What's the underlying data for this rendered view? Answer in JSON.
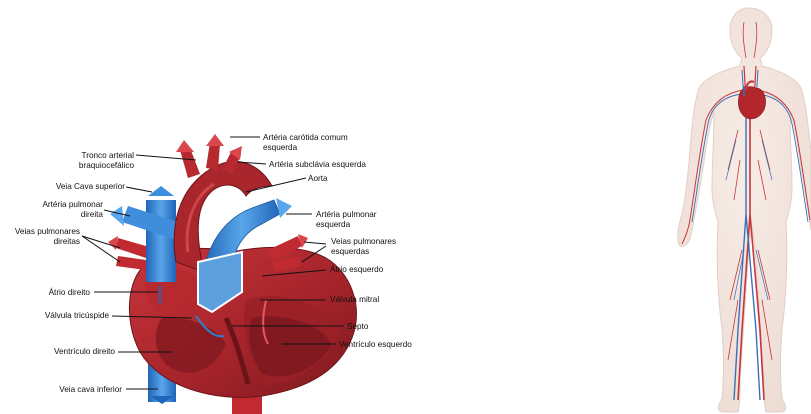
{
  "labels": {
    "tronco_l1": "Tronco arterial",
    "tronco_l2": "braquiocefálico",
    "carotida_l1": "Artéria carótida comum",
    "carotida_l2": "esquerda",
    "subclavia": "Artéria subclávia esquerda",
    "aorta": "Aorta",
    "cava_superior": "Veia Cava superior",
    "pulm_dir_l1": "Artéria pulmonar",
    "pulm_dir_l2": "direita",
    "veias_dir_l1": "Veias pulmonares",
    "veias_dir_l2": "direitas",
    "pulm_esq_l1": "Artéria pulmonar",
    "pulm_esq_l2": "esquerda",
    "veias_esq_l1": "Veias pulmonares",
    "veias_esq_l2": "esquerdas",
    "atrio_esquerdo": "Átrio esquerdo",
    "atrio_direito": "Átrio direito",
    "valvula_mitral": "Válvula mitral",
    "valvula_tricuspide": "Válvula tricúspide",
    "septo": "Septo",
    "ventriculo_direito": "Ventrículo direito",
    "ventriculo_esquerdo": "Ventrículo esquerdo",
    "cava_inferior": "Veia cava inferior"
  },
  "colors": {
    "heart_dark": "#8e1f24",
    "heart_mid": "#b3262b",
    "heart_light": "#d8474a",
    "vein_blue": "#2f7fd0",
    "vein_light": "#6fb2ef",
    "body_silhouette": "#f3e6df"
  }
}
